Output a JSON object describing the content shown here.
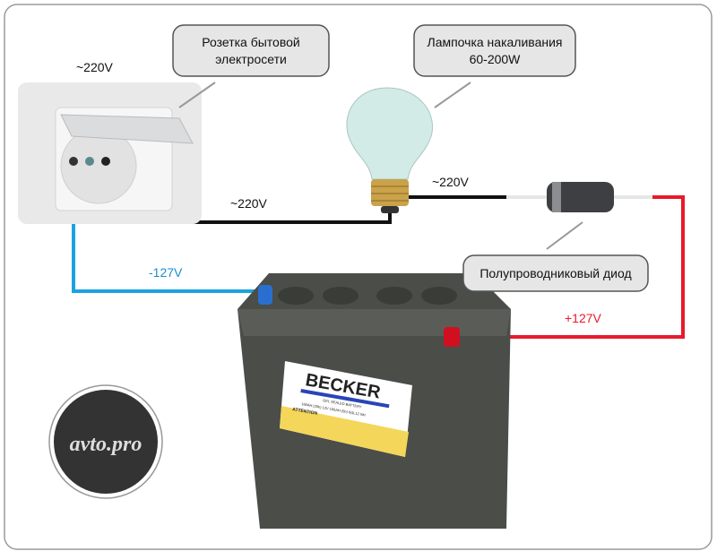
{
  "callouts": {
    "socket": {
      "line1": "Розетка бытовой",
      "line2": "электросети"
    },
    "bulb": {
      "line1": "Лампочка накаливания",
      "line2": "60-200W"
    },
    "diode": {
      "line1": "Полупроводниковый диод"
    }
  },
  "voltages": {
    "socket": "~220V",
    "wire_socket_bulb": "~220V",
    "wire_bulb_diode": "~220V",
    "negative": "-127V",
    "positive": "+127V"
  },
  "battery": {
    "brand": "BECKER",
    "type": "GEL SEALED BATTERY",
    "spec": "160AH (20h) 12V 105AH (5h) 6GL12 NH",
    "warning": "ATTENTION"
  },
  "logo": {
    "text": "avto.pro"
  },
  "colors": {
    "negative_wire": "#1aa3e0",
    "positive_wire": "#e8192c",
    "neutral_wire": "#111111",
    "callout_fill": "#e6e6e6",
    "battery_body": "#4a4d48",
    "label_yellow": "#f4d65a",
    "brand_blue": "#2a44b8"
  }
}
